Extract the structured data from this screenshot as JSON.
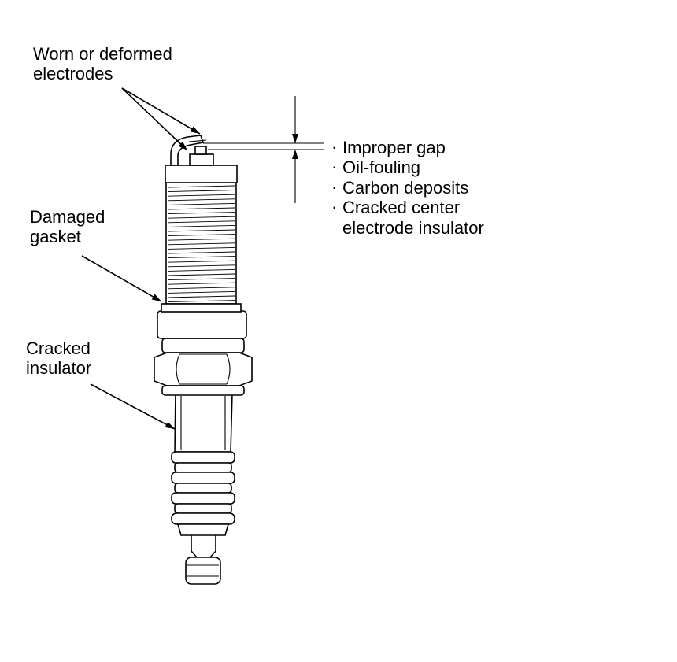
{
  "labels": {
    "worn_electrodes": [
      "Worn or deformed",
      "electrodes"
    ],
    "damaged_gasket": [
      "Damaged",
      "gasket"
    ],
    "cracked_insulator": [
      "Cracked",
      "insulator"
    ]
  },
  "gap_faults": {
    "bullet": "·",
    "items": [
      [
        "Improper gap"
      ],
      [
        "Oil-fouling"
      ],
      [
        "Carbon deposits"
      ],
      [
        "Cracked center",
        "electrode insulator"
      ]
    ]
  }
}
